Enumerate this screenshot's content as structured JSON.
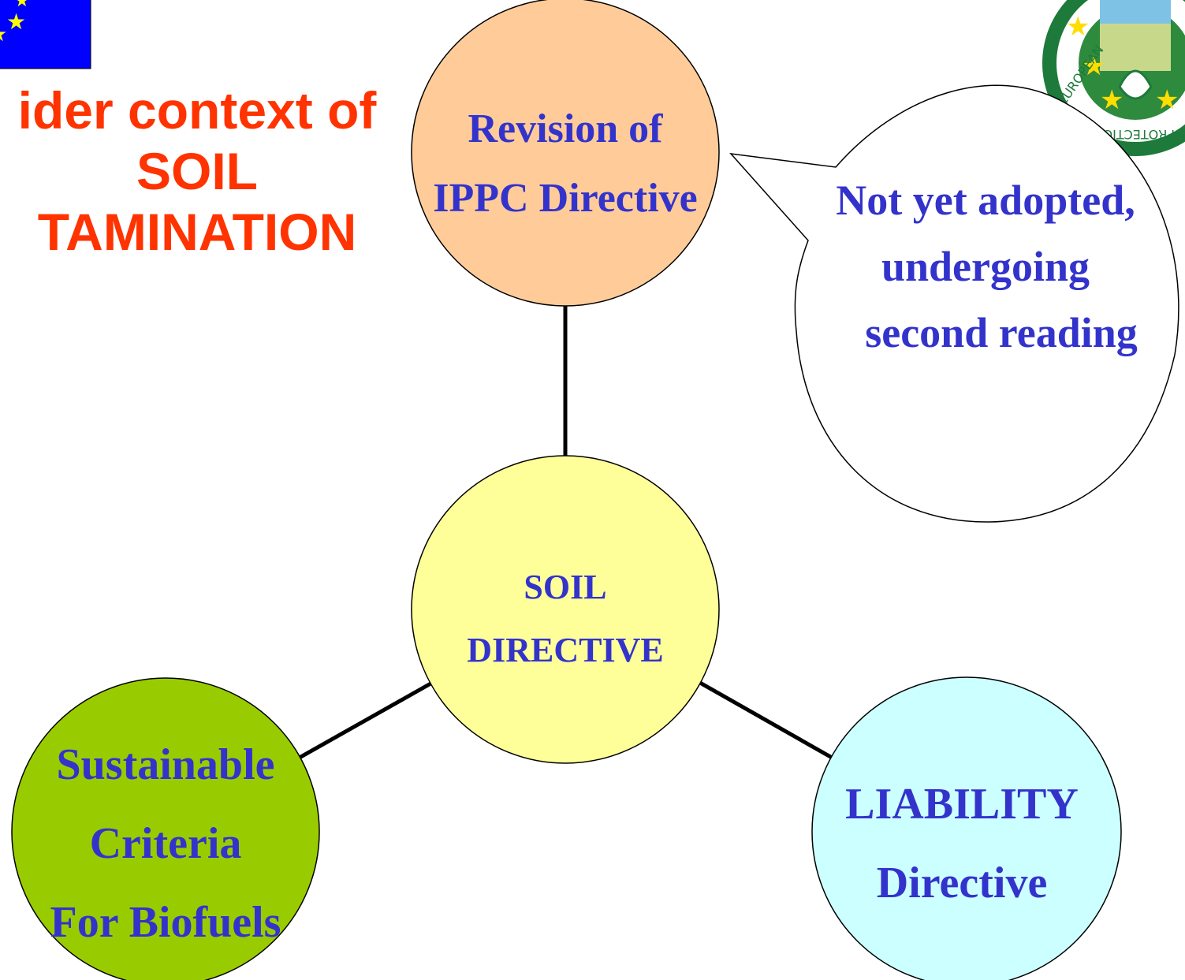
{
  "title": {
    "line1": "ider context of",
    "line2": "SOIL",
    "line3": "TAMINATION"
  },
  "nodes": {
    "center": {
      "line1": "SOIL",
      "line2": "DIRECTIVE",
      "fill": "#ffff99"
    },
    "top": {
      "line1": "Revision of",
      "line2": "IPPC Directive",
      "fill": "#ffcc99"
    },
    "left": {
      "line1": "Sustainable",
      "line2": "Criteria",
      "line3": "For Biofuels",
      "fill": "#99cc00"
    },
    "right": {
      "line1": "LIABILITY",
      "line2": "Directive",
      "fill": "#ccffff"
    }
  },
  "callout": {
    "line1": "Not yet adopted,",
    "line2": "undergoing",
    "line3": "second reading"
  },
  "colors": {
    "title": "#ff3300",
    "node_text": "#3333cc",
    "eu_flag": "#0000ff",
    "eu_star": "#ffff00",
    "seal_ring": "#1d7a3b"
  },
  "icons": {
    "flag": "eu-flag-icon",
    "seal": "protection-seal-icon"
  }
}
